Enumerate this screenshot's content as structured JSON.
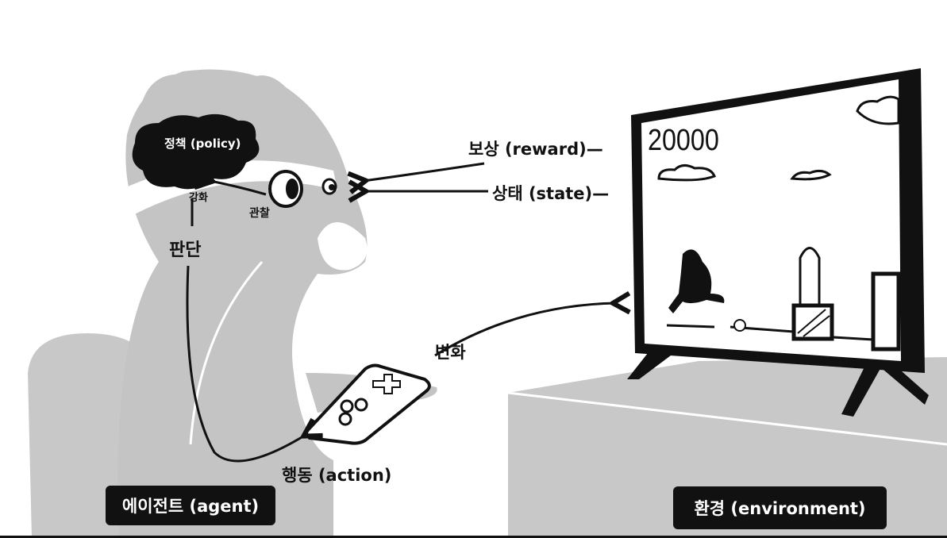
{
  "labels": {
    "policy": "정책 (policy)",
    "reinforce": "강화",
    "observe": "관찰",
    "judge": "판단",
    "reward": "보상 (reward)—",
    "state": "상태 (state)—",
    "change": "변화",
    "action": "행동 (action)",
    "agent": "에이전트 (agent)",
    "environment": "환경 (environment)"
  },
  "game": {
    "score": "20000"
  },
  "colors": {
    "character": "#c4c4c4",
    "ink": "#111111",
    "background": "#ffffff"
  }
}
